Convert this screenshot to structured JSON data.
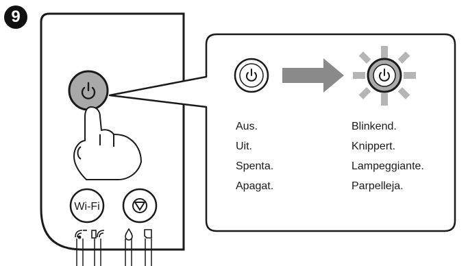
{
  "step": {
    "number": "9"
  },
  "panel": {
    "buttons": {
      "power": "power-icon",
      "wifi_label": "Wi-Fi",
      "stop": "stop-icon"
    },
    "indicators": [
      "wifi-icon",
      "wifi-direct-icon",
      "ink-drop-icon",
      "paper-icon"
    ]
  },
  "callout": {
    "state_off": {
      "icon": "power-icon",
      "labels": [
        "Aus.",
        "Uit.",
        "Spenta.",
        "Apagat."
      ]
    },
    "state_blinking": {
      "icon": "power-icon-blinking",
      "labels": [
        "Blinkend.",
        "Knippert.",
        "Lampeggiante.",
        "Parpelleja."
      ]
    },
    "arrow": "arrow-right-icon",
    "colors": {
      "arrow": "#8a8a8a",
      "pressed_button": "#a9a9a9",
      "blink_rays": "#b5b5b5"
    }
  }
}
